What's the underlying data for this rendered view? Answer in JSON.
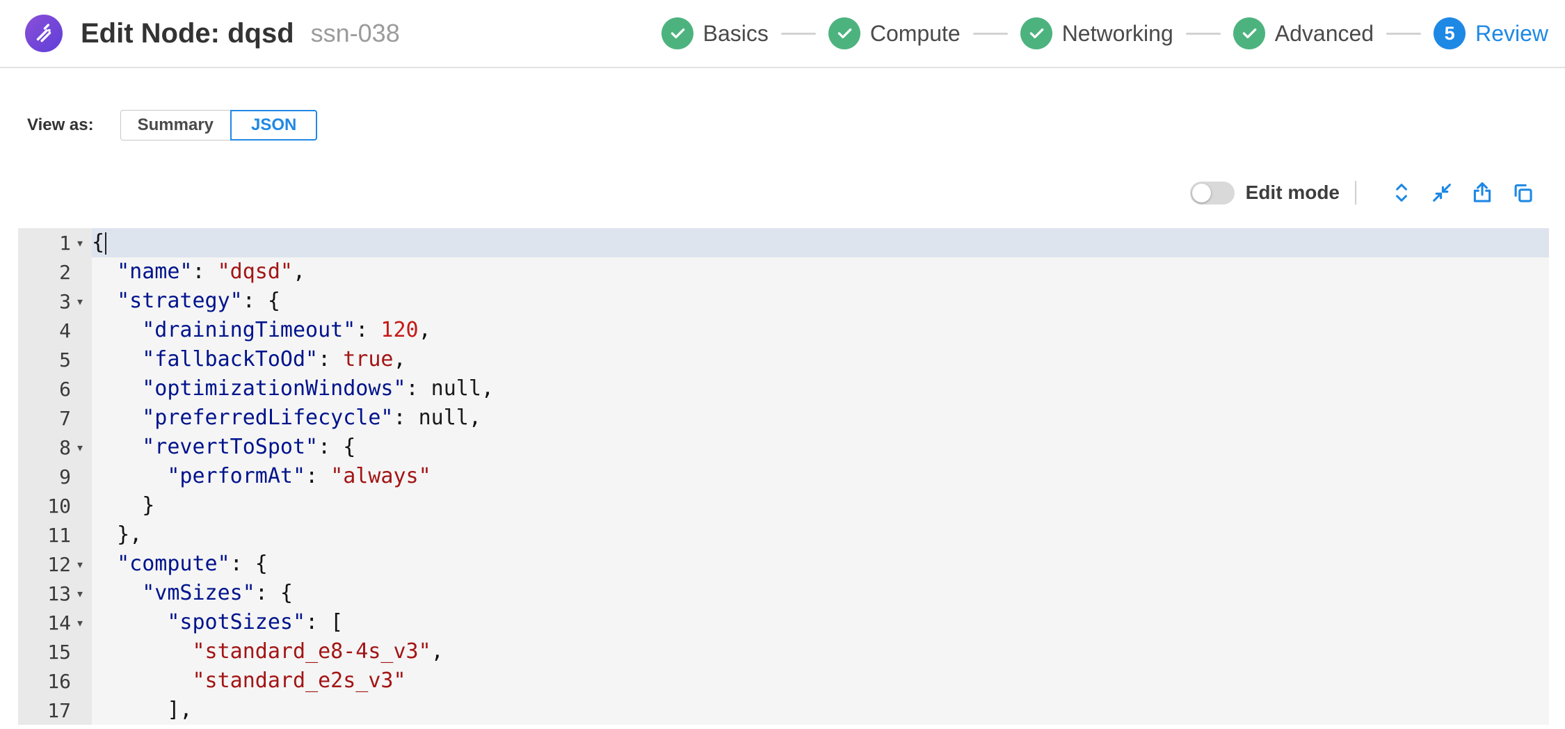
{
  "header": {
    "title": "Edit Node: dqsd",
    "node_id": "ssn-038",
    "steps": [
      {
        "label": "Basics",
        "state": "done"
      },
      {
        "label": "Compute",
        "state": "done"
      },
      {
        "label": "Networking",
        "state": "done"
      },
      {
        "label": "Advanced",
        "state": "done"
      },
      {
        "label": "Review",
        "state": "current",
        "number": "5"
      }
    ]
  },
  "view_as": {
    "label": "View as:",
    "summary_label": "Summary",
    "json_label": "JSON",
    "selected": "JSON"
  },
  "toolbar": {
    "edit_mode_label": "Edit mode",
    "edit_mode_on": false,
    "icons": [
      "unfold-icon",
      "collapse-icon",
      "export-icon",
      "copy-icon"
    ]
  },
  "colors": {
    "accent_blue": "#1e88e5",
    "step_green": "#4db37e",
    "logo_purple": "#8a4fd8",
    "syn_key": "#00138c",
    "syn_string": "#a31515",
    "syn_number": "#c41a16",
    "syn_boolean": "#a31515",
    "syn_null": "#1a1a1a",
    "syn_punc": "#111111"
  },
  "editor": {
    "lines": [
      {
        "num": 1,
        "fold": true,
        "active": true,
        "cursor": true,
        "tokens": [
          [
            "punc",
            "{"
          ]
        ]
      },
      {
        "num": 2,
        "fold": false,
        "tokens": [
          [
            "ws",
            "  "
          ],
          [
            "key",
            "\"name\""
          ],
          [
            "punc",
            ": "
          ],
          [
            "str",
            "\"dqsd\""
          ],
          [
            "punc",
            ","
          ]
        ]
      },
      {
        "num": 3,
        "fold": true,
        "tokens": [
          [
            "ws",
            "  "
          ],
          [
            "key",
            "\"strategy\""
          ],
          [
            "punc",
            ": {"
          ]
        ]
      },
      {
        "num": 4,
        "fold": false,
        "tokens": [
          [
            "ws",
            "    "
          ],
          [
            "key",
            "\"drainingTimeout\""
          ],
          [
            "punc",
            ": "
          ],
          [
            "num",
            "120"
          ],
          [
            "punc",
            ","
          ]
        ]
      },
      {
        "num": 5,
        "fold": false,
        "tokens": [
          [
            "ws",
            "    "
          ],
          [
            "key",
            "\"fallbackToOd\""
          ],
          [
            "punc",
            ": "
          ],
          [
            "bool",
            "true"
          ],
          [
            "punc",
            ","
          ]
        ]
      },
      {
        "num": 6,
        "fold": false,
        "tokens": [
          [
            "ws",
            "    "
          ],
          [
            "key",
            "\"optimizationWindows\""
          ],
          [
            "punc",
            ": "
          ],
          [
            "null",
            "null"
          ],
          [
            "punc",
            ","
          ]
        ]
      },
      {
        "num": 7,
        "fold": false,
        "tokens": [
          [
            "ws",
            "    "
          ],
          [
            "key",
            "\"preferredLifecycle\""
          ],
          [
            "punc",
            ": "
          ],
          [
            "null",
            "null"
          ],
          [
            "punc",
            ","
          ]
        ]
      },
      {
        "num": 8,
        "fold": true,
        "tokens": [
          [
            "ws",
            "    "
          ],
          [
            "key",
            "\"revertToSpot\""
          ],
          [
            "punc",
            ": {"
          ]
        ]
      },
      {
        "num": 9,
        "fold": false,
        "tokens": [
          [
            "ws",
            "      "
          ],
          [
            "key",
            "\"performAt\""
          ],
          [
            "punc",
            ": "
          ],
          [
            "str",
            "\"always\""
          ]
        ]
      },
      {
        "num": 10,
        "fold": false,
        "tokens": [
          [
            "ws",
            "    "
          ],
          [
            "punc",
            "}"
          ]
        ]
      },
      {
        "num": 11,
        "fold": false,
        "tokens": [
          [
            "ws",
            "  "
          ],
          [
            "punc",
            "},"
          ]
        ]
      },
      {
        "num": 12,
        "fold": true,
        "tokens": [
          [
            "ws",
            "  "
          ],
          [
            "key",
            "\"compute\""
          ],
          [
            "punc",
            ": {"
          ]
        ]
      },
      {
        "num": 13,
        "fold": true,
        "tokens": [
          [
            "ws",
            "    "
          ],
          [
            "key",
            "\"vmSizes\""
          ],
          [
            "punc",
            ": {"
          ]
        ]
      },
      {
        "num": 14,
        "fold": true,
        "tokens": [
          [
            "ws",
            "      "
          ],
          [
            "key",
            "\"spotSizes\""
          ],
          [
            "punc",
            ": ["
          ]
        ]
      },
      {
        "num": 15,
        "fold": false,
        "tokens": [
          [
            "ws",
            "        "
          ],
          [
            "str",
            "\"standard_e8-4s_v3\""
          ],
          [
            "punc",
            ","
          ]
        ]
      },
      {
        "num": 16,
        "fold": false,
        "tokens": [
          [
            "ws",
            "        "
          ],
          [
            "str",
            "\"standard_e2s_v3\""
          ]
        ]
      },
      {
        "num": 17,
        "fold": false,
        "tokens": [
          [
            "ws",
            "      "
          ],
          [
            "punc",
            "],"
          ]
        ]
      }
    ]
  }
}
